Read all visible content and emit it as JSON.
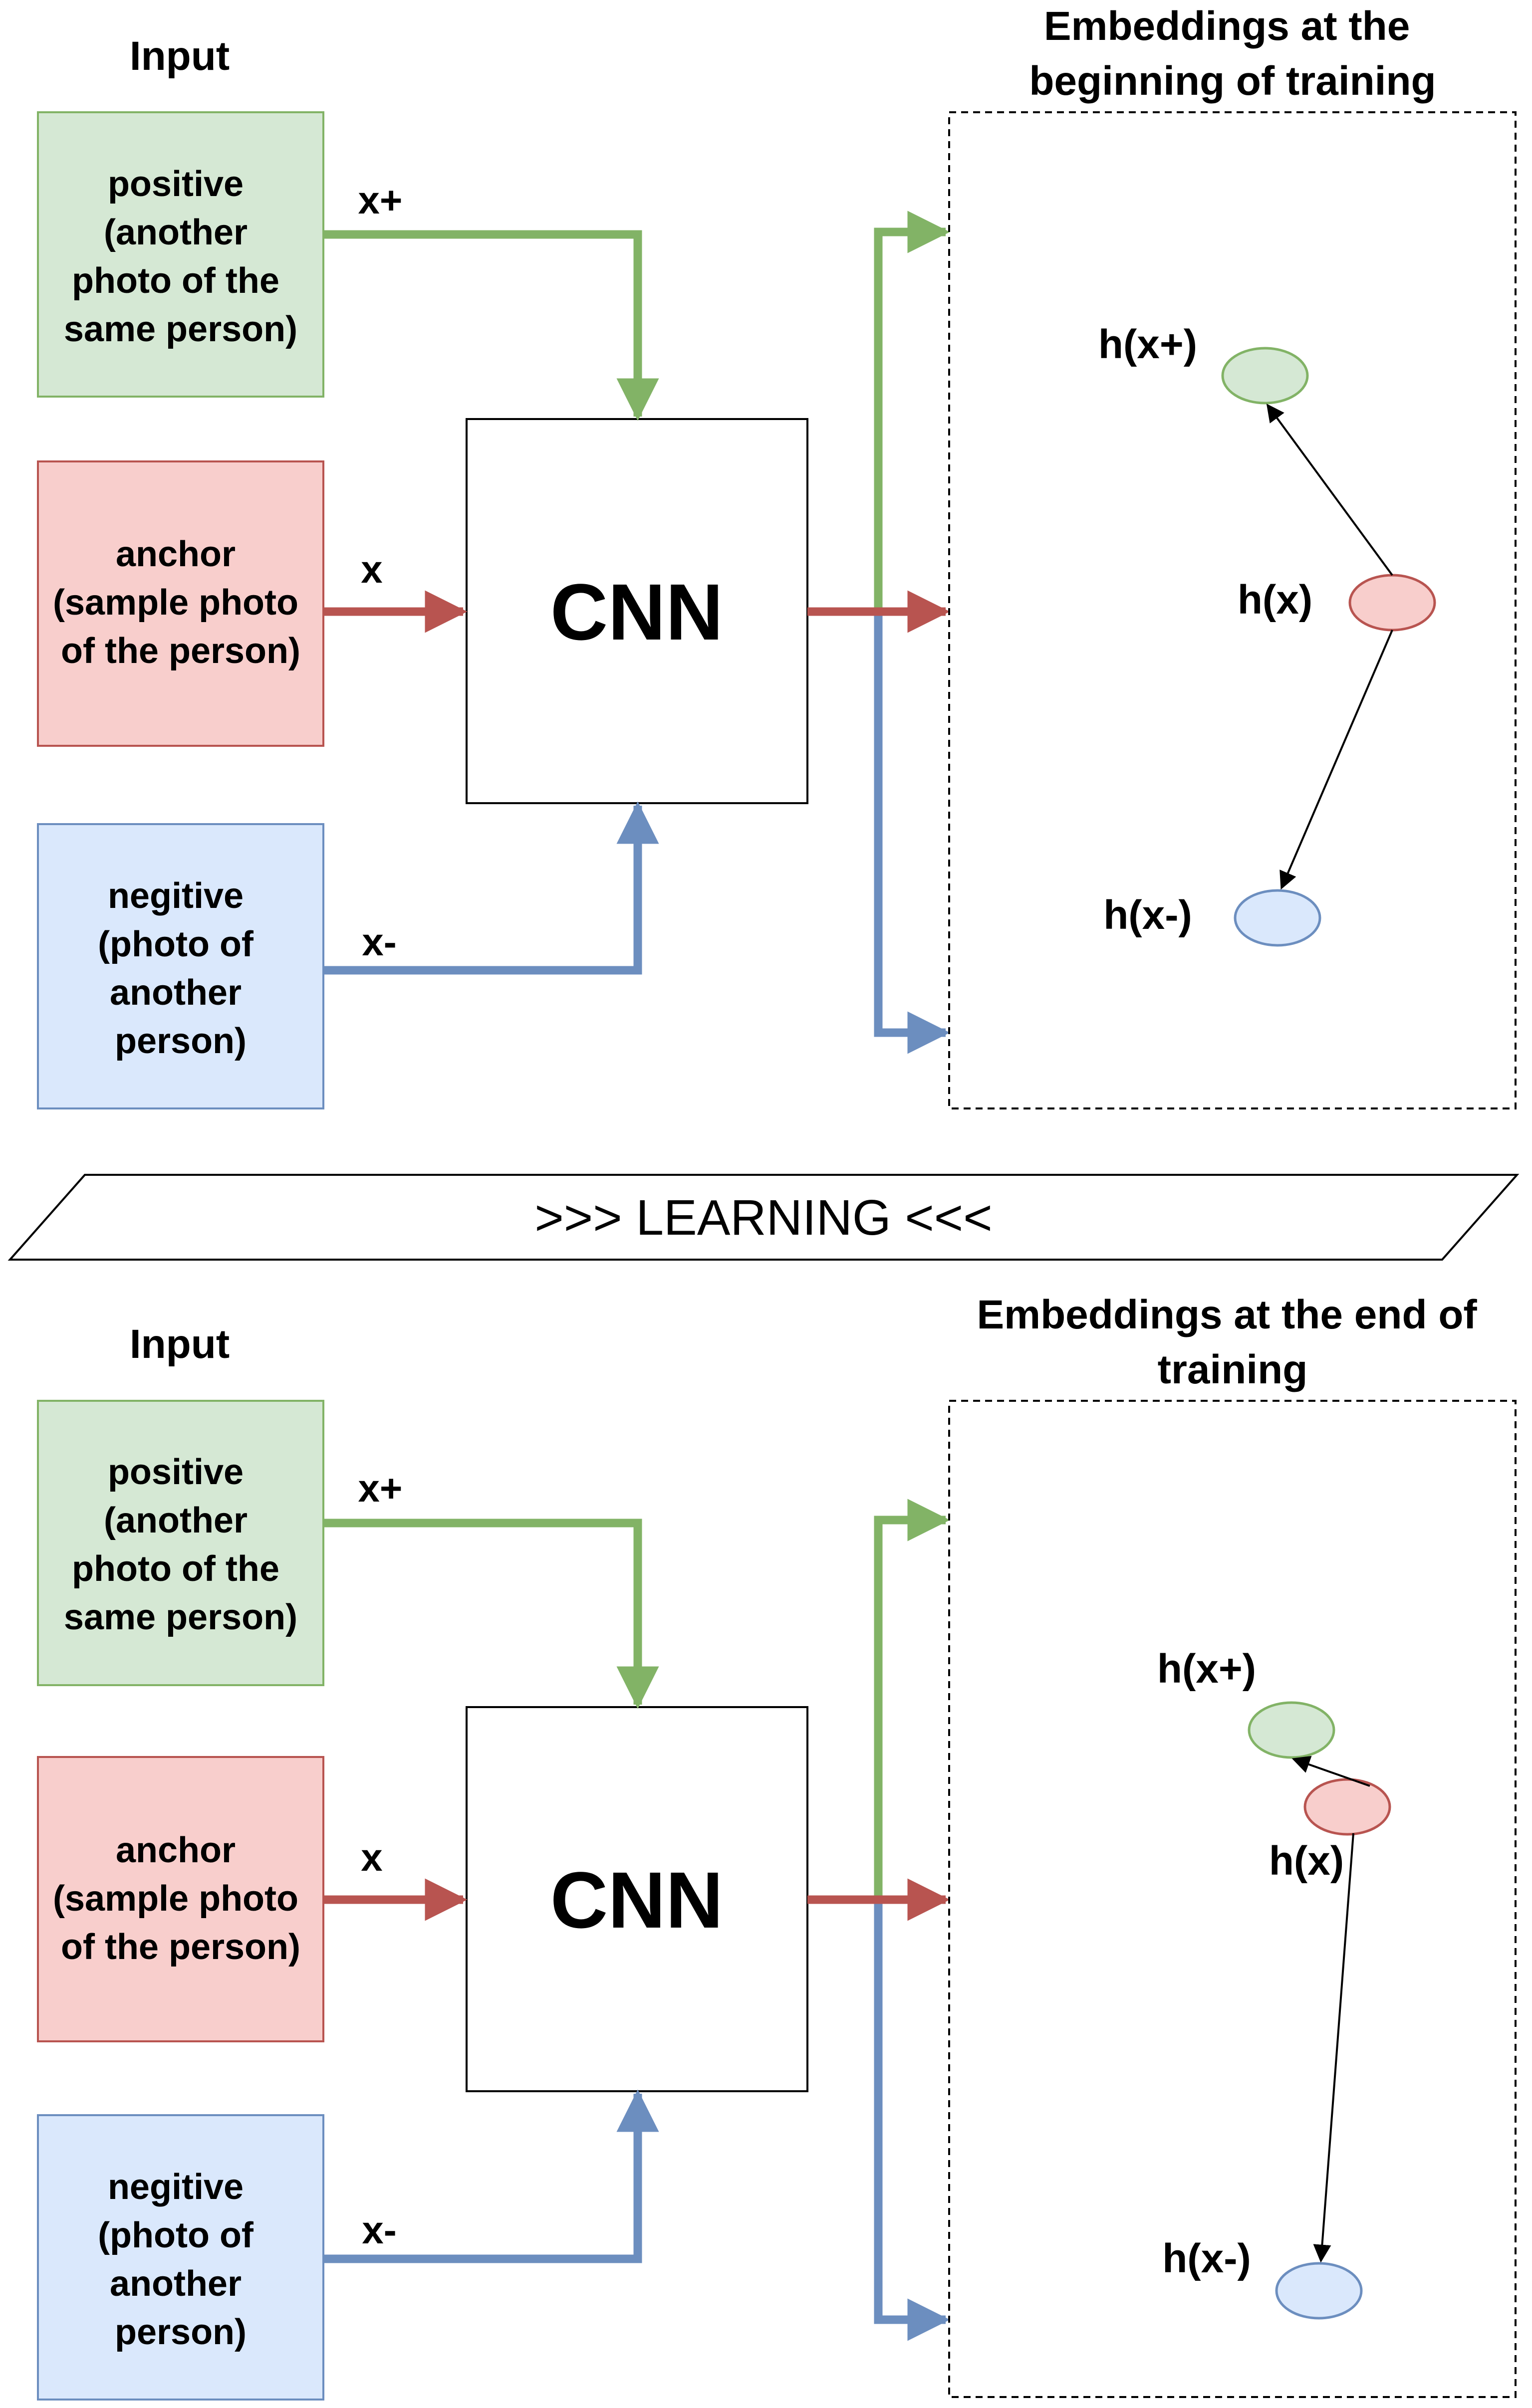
{
  "top": {
    "input_title": "Input",
    "positive_lines": [
      "positive",
      "(another",
      "photo of the",
      "same person)"
    ],
    "anchor_lines": [
      "anchor",
      "(sample photo",
      "of the person)"
    ],
    "negative_lines": [
      "negitive",
      "(photo of",
      "another",
      "person)"
    ],
    "edge_pos": "x+",
    "edge_anchor": "x",
    "edge_neg": "x-",
    "cnn": "CNN",
    "emb_title_lines": [
      "Embeddings at the",
      "beginning of training"
    ],
    "h_pos": "h(x+)",
    "h_anchor": "h(x)",
    "h_neg": "h(x-)"
  },
  "banner": ">>> LEARNING <<<",
  "bottom": {
    "input_title": "Input",
    "positive_lines": [
      "positive",
      "(another",
      "photo of the",
      "same person)"
    ],
    "anchor_lines": [
      "anchor",
      "(sample photo",
      "of the person)"
    ],
    "negative_lines": [
      "negitive",
      "(photo of",
      "another",
      "person)"
    ],
    "edge_pos": "x+",
    "edge_anchor": "x",
    "edge_neg": "x-",
    "cnn": "CNN",
    "emb_title_lines": [
      "Embeddings at the end of",
      "training"
    ],
    "h_pos": "h(x+)",
    "h_anchor": "h(x)",
    "h_neg": "h(x-)"
  },
  "colors": {
    "green_fill": "#d5e8d4",
    "green_stroke": "#82b366",
    "red_fill": "#f8cecc",
    "red_stroke": "#b85450",
    "blue_fill": "#dae8fc",
    "blue_stroke": "#6c8ebf"
  }
}
